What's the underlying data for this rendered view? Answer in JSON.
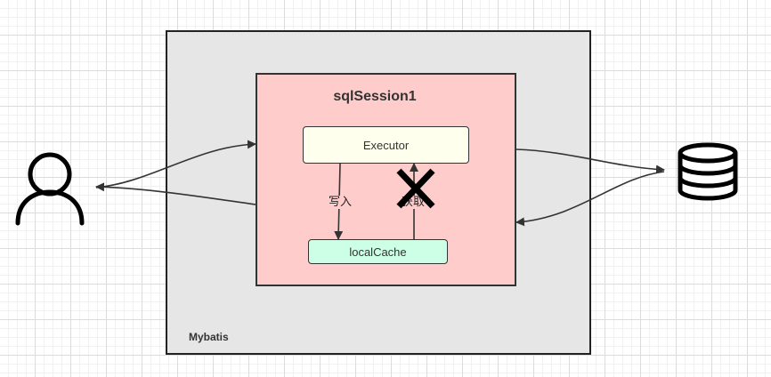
{
  "diagram": {
    "container_label": "Mybatis",
    "session_title": "sqlSession1",
    "executor_label": "Executor",
    "cache_label": "localCache",
    "write_label": "写入",
    "read_label": "获取",
    "icons": {
      "user": "user-icon",
      "database": "database-icon",
      "blocked": "cross-icon"
    }
  }
}
